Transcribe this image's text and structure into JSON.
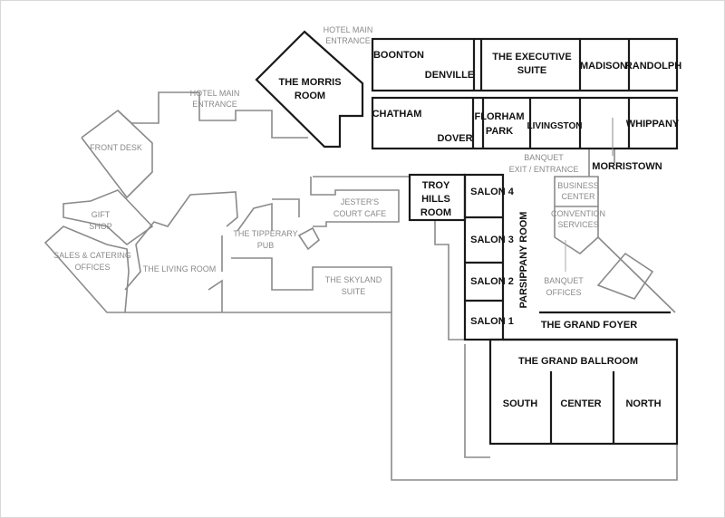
{
  "event_rooms": {
    "boonton": "BOONTON",
    "denville": "DENVILLE",
    "executive_1": "THE EXECUTIVE",
    "executive_2": "SUITE",
    "madison": "MADISON",
    "randolph": "RANDOLPH",
    "chatham": "CHATHAM",
    "dover": "DOVER",
    "florham_1": "FLORHAM",
    "florham_2": "PARK",
    "livingston": "LIVINGSTON",
    "whippany": "WHIPPANY",
    "morristown": "MORRISTOWN",
    "morris_1": "THE MORRIS",
    "morris_2": "ROOM",
    "troy_1": "TROY",
    "troy_2": "HILLS",
    "troy_3": "ROOM",
    "salon4": "SALON 4",
    "salon3": "SALON 3",
    "salon2": "SALON 2",
    "salon1": "SALON 1",
    "parsippany": "PARSIPPANY ROOM",
    "grand_foyer": "THE GRAND FOYER",
    "grand_ballroom": "THE GRAND BALLROOM",
    "south": "SOUTH",
    "center": "CENTER",
    "north": "NORTH"
  },
  "facilities": {
    "entrance_a_1": "HOTEL MAIN",
    "entrance_a_2": "ENTRANCE",
    "entrance_b_1": "HOTEL MAIN",
    "entrance_b_2": "ENTRANCE",
    "front_desk": "FRONT DESK",
    "gift_1": "GIFT",
    "gift_2": "SHOP",
    "sales_1": "SALES & CATERING",
    "sales_2": "OFFICES",
    "living_room": "THE LIVING ROOM",
    "pub_1": "THE TIPPERARY",
    "pub_2": "PUB",
    "jester_1": "JESTER'S",
    "jester_2": "COURT CAFE",
    "skyland_1": "THE SKYLAND",
    "skyland_2": "SUITE",
    "banquet_1": "BANQUET",
    "banquet_2": "EXIT / ENTRANCE",
    "business_1": "BUSINESS",
    "business_2": "CENTER",
    "convention_1": "CONVENTION",
    "convention_2": "SERVICES",
    "offices_1": "BANQUET",
    "offices_2": "OFFICES"
  }
}
